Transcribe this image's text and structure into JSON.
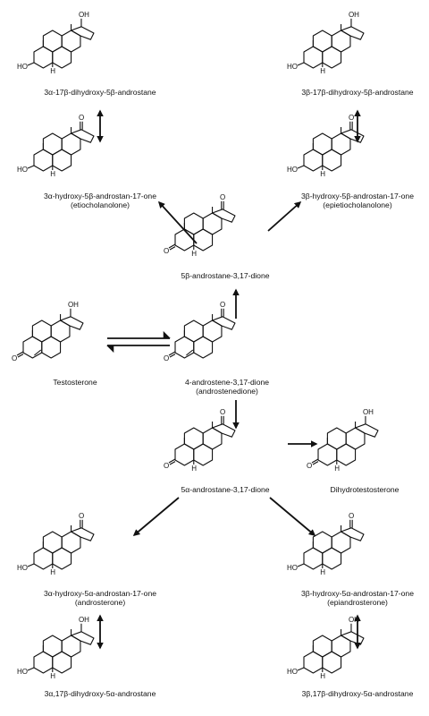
{
  "compounds": [
    {
      "id": "c1",
      "lines": [
        "3α-17β-dihydroxy-5β-androstane"
      ],
      "substituents": {
        "C3": "HO",
        "C5": "H",
        "C17": "OH"
      }
    },
    {
      "id": "c2",
      "lines": [
        "3β-17β-dihydroxy-5β-androstane"
      ],
      "substituents": {
        "C3": "HO",
        "C5": "H",
        "C17": "OH"
      }
    },
    {
      "id": "c3",
      "lines": [
        "3α-hydroxy-5β-androstan-17-one",
        "(etiocholanolone)"
      ],
      "substituents": {
        "C3": "HO",
        "C5": "H",
        "C17": "O"
      }
    },
    {
      "id": "c4",
      "lines": [
        "3β-hydroxy-5β-androstan-17-one",
        "(epietiocholanolone)"
      ],
      "substituents": {
        "C3": "HO",
        "C5": "H",
        "C17": "O"
      }
    },
    {
      "id": "c5",
      "lines": [
        "5β-androstane-3,17-dione"
      ],
      "substituents": {
        "C3": "O",
        "C5": "H",
        "C17": "O"
      }
    },
    {
      "id": "c6",
      "lines": [
        "Testosterone"
      ],
      "substituents": {
        "C3": "O",
        "C17": "OH"
      }
    },
    {
      "id": "c7",
      "lines": [
        "4-androstene-3,17-dione",
        "(androstenedione)"
      ],
      "substituents": {
        "C3": "O",
        "C17": "O"
      }
    },
    {
      "id": "c8",
      "lines": [
        "5α-androstane-3,17-dione"
      ],
      "substituents": {
        "C3": "O",
        "C5": "H",
        "C17": "O"
      }
    },
    {
      "id": "c9",
      "lines": [
        "Dihydrotestosterone"
      ],
      "substituents": {
        "C3": "O",
        "C5": "H",
        "C17": "OH"
      }
    },
    {
      "id": "c10",
      "lines": [
        "3α-hydroxy-5α-androstan-17-one",
        "(androsterone)"
      ],
      "substituents": {
        "C3": "HO",
        "C5": "H",
        "C17": "O"
      }
    },
    {
      "id": "c11",
      "lines": [
        "3β-hydroxy-5α-androstan-17-one",
        "(epiandrosterone)"
      ],
      "substituents": {
        "C3": "HO",
        "C5": "H",
        "C17": "O"
      }
    },
    {
      "id": "c12",
      "lines": [
        "3α,17β-dihydroxy-5α-androstane"
      ],
      "substituents": {
        "C3": "HO",
        "C5": "H",
        "C17": "OH"
      }
    },
    {
      "id": "c13",
      "lines": [
        "3β,17β-dihydroxy-5α-androstane"
      ],
      "substituents": {
        "C3": "HO",
        "C5": "H",
        "C17": "OH"
      }
    }
  ],
  "reactions": [
    {
      "from": "c1",
      "to": "c3",
      "type": "reversible"
    },
    {
      "from": "c2",
      "to": "c4",
      "type": "reversible"
    },
    {
      "from": "c5",
      "to": "c3",
      "type": "forward"
    },
    {
      "from": "c5",
      "to": "c4",
      "type": "forward"
    },
    {
      "from": "c7",
      "to": "c5",
      "type": "forward"
    },
    {
      "from": "c6",
      "to": "c7",
      "type": "equilibrium"
    },
    {
      "from": "c7",
      "to": "c8",
      "type": "forward"
    },
    {
      "from": "c8",
      "to": "c9",
      "type": "forward"
    },
    {
      "from": "c8",
      "to": "c10",
      "type": "forward"
    },
    {
      "from": "c8",
      "to": "c11",
      "type": "forward"
    },
    {
      "from": "c10",
      "to": "c12",
      "type": "reversible"
    },
    {
      "from": "c11",
      "to": "c13",
      "type": "reversible"
    }
  ]
}
